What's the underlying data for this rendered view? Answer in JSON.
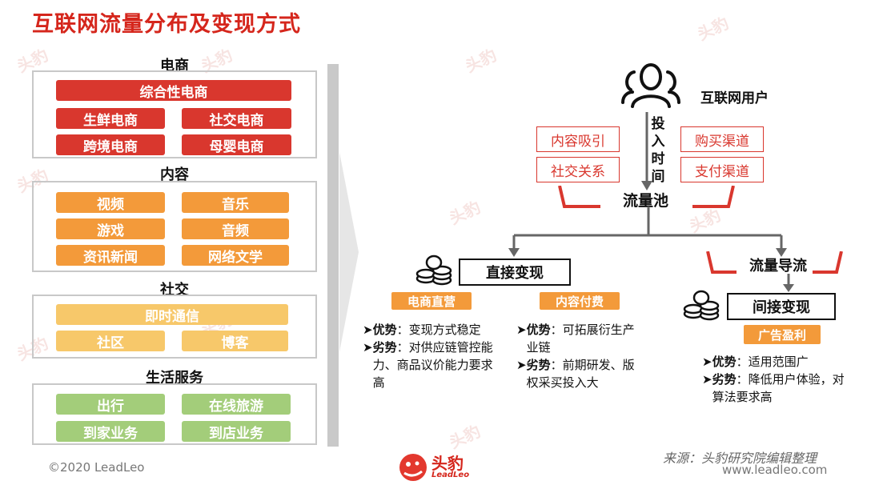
{
  "title": "互联网流量分布及变现方式",
  "left": {
    "sections": [
      {
        "title": "电商",
        "items": [
          "综合性电商",
          "生鲜电商",
          "社交电商",
          "跨境电商",
          "母婴电商"
        ]
      },
      {
        "title": "内容",
        "items": [
          "视频",
          "音乐",
          "游戏",
          "音频",
          "资讯新闻",
          "网络文学"
        ]
      },
      {
        "title": "社交",
        "items": [
          "即时通信",
          "社区",
          "博客"
        ]
      },
      {
        "title": "生活服务",
        "items": [
          "出行",
          "在线旅游",
          "到家业务",
          "到店业务"
        ]
      }
    ]
  },
  "right": {
    "users_label": "互联网用户",
    "left_boxes": [
      "内容吸引",
      "社交关系"
    ],
    "right_boxes": [
      "购买渠道",
      "支付渠道"
    ],
    "input_time": "投入时间",
    "pool_label": "流量池",
    "direct": {
      "label": "直接变现",
      "tags": [
        "电商直营",
        "内容付费"
      ],
      "ecom": {
        "adv_key": "优势",
        "adv": "变现方式稳定",
        "dis_key": "劣势",
        "dis": "对供应链管控能力、商品议价能力要求高"
      },
      "content": {
        "adv_key": "优势",
        "adv": "可拓展衍生产业链",
        "dis_key": "劣势",
        "dis": "前期研发、版权采买投入大"
      }
    },
    "diversion_label": "流量导流",
    "indirect": {
      "label": "间接变现",
      "tag": "广告盈利",
      "adv_key": "优势",
      "adv": "适用范围广",
      "dis_key": "劣势",
      "dis": "降低用户体验，对算法要求高"
    }
  },
  "footer": {
    "copyright": "©2020 LeadLeo",
    "source": "来源：头豹研究院编辑整理",
    "website": "www.leadleo.com",
    "logo_text": "头豹",
    "logo_sub": "LeadLeo"
  },
  "colors": {
    "brand_red": "#d5261c",
    "orange": "#f39a3a",
    "yellow": "#f7c86a",
    "green": "#a3cd7a"
  }
}
